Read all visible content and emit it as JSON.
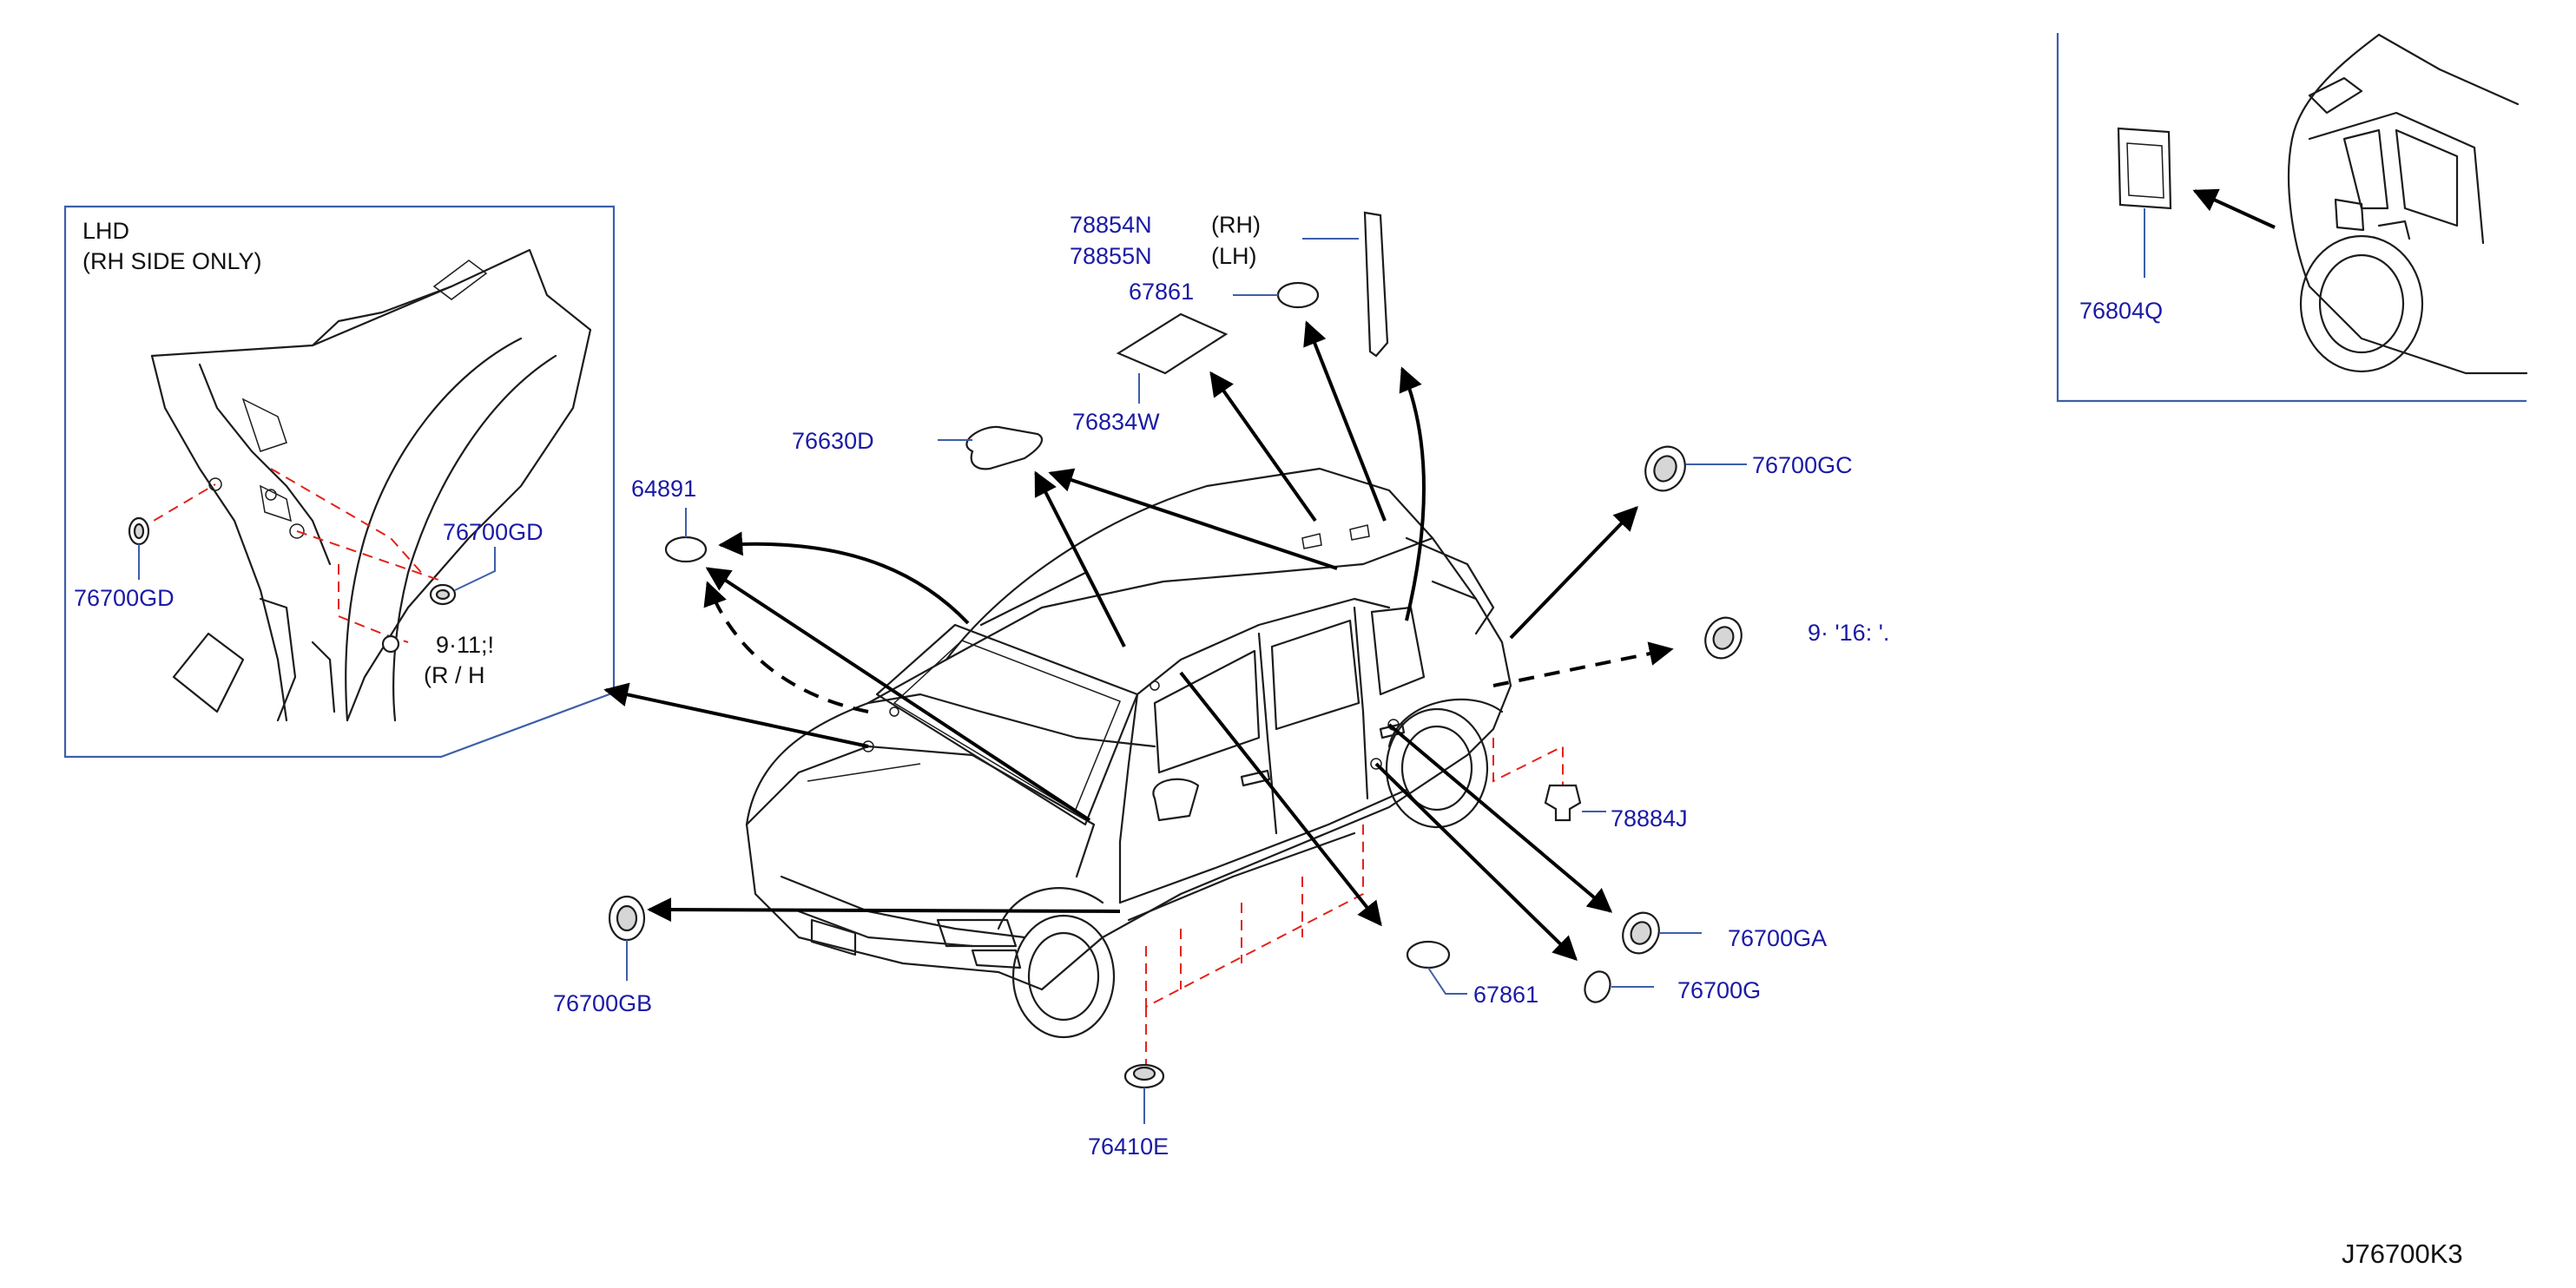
{
  "diagram_code": "J76700K3",
  "inset_lhd": {
    "title": "LHD",
    "subtitle": "(RH   SIDE   ONLY)",
    "parts": [
      "76700GD",
      "76700GD"
    ],
    "partial_code": "9·11;!",
    "partial_side": "(R /  H"
  },
  "inset_rear": {
    "part": "76804Q"
  },
  "parts": {
    "p78854N": "78854N",
    "p78854N_side": "(RH)",
    "p78855N": "78855N",
    "p78855N_side": "(LH)",
    "p67861_top": "67861",
    "p76834W": "76834W",
    "p76630D": "76630D",
    "p64891": "64891",
    "p76700GC": "76700GC",
    "p_partial_right": "9· '16: '.",
    "p78884J": "78884J",
    "p76700GA": "76700GA",
    "p76700G": "76700G",
    "p67861_bottom": "67861",
    "p76700GB": "76700GB",
    "p76410E": "76410E"
  }
}
